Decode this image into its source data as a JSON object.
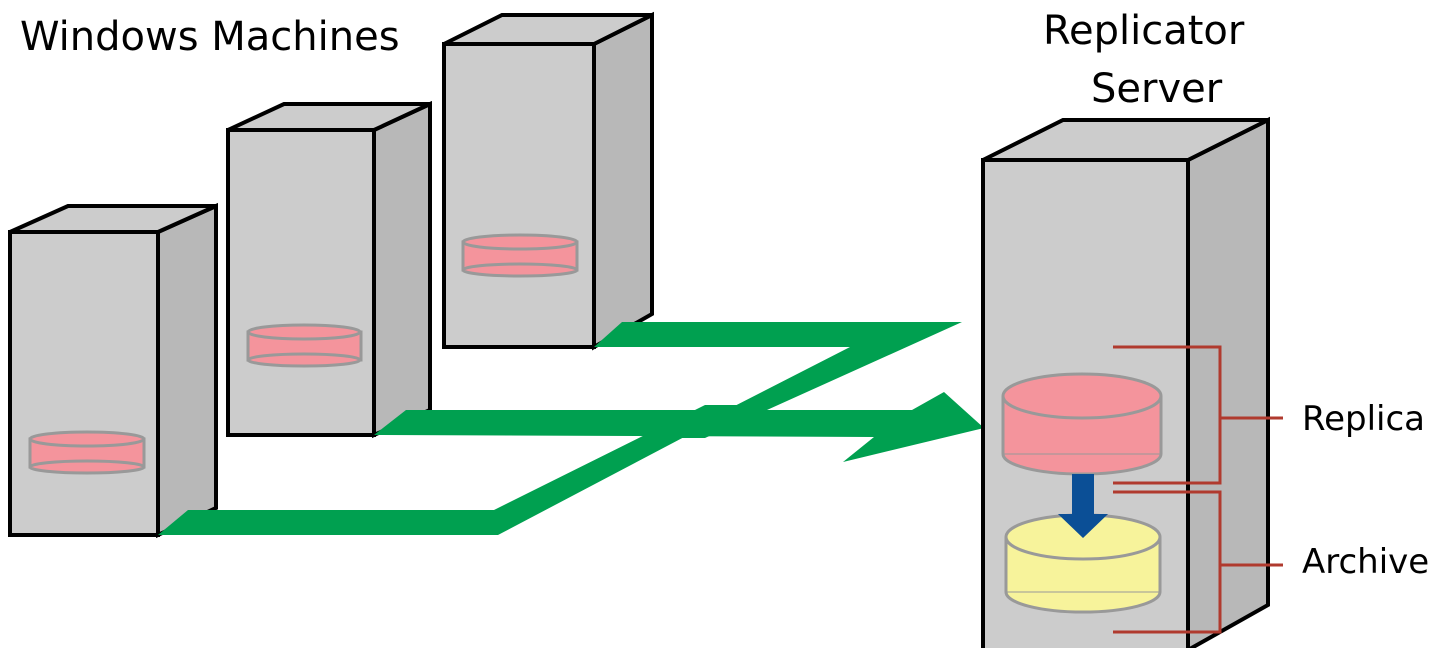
{
  "labels": {
    "windows_machines": "Windows Machines",
    "server_line1": "Replicator",
    "server_line2": "Server",
    "replica": "Replica",
    "archive": "Archive"
  },
  "colors": {
    "tower_front": "#cccccc",
    "tower_side": "#b8b8b8",
    "tower_stroke": "#000000",
    "replica_disk": "#f4949c",
    "archive_disk": "#f7f39b",
    "disk_stroke": "#999999",
    "flow_arrow": "#00a050",
    "copy_arrow": "#0b4f96",
    "bracket": "#b03a2e"
  }
}
